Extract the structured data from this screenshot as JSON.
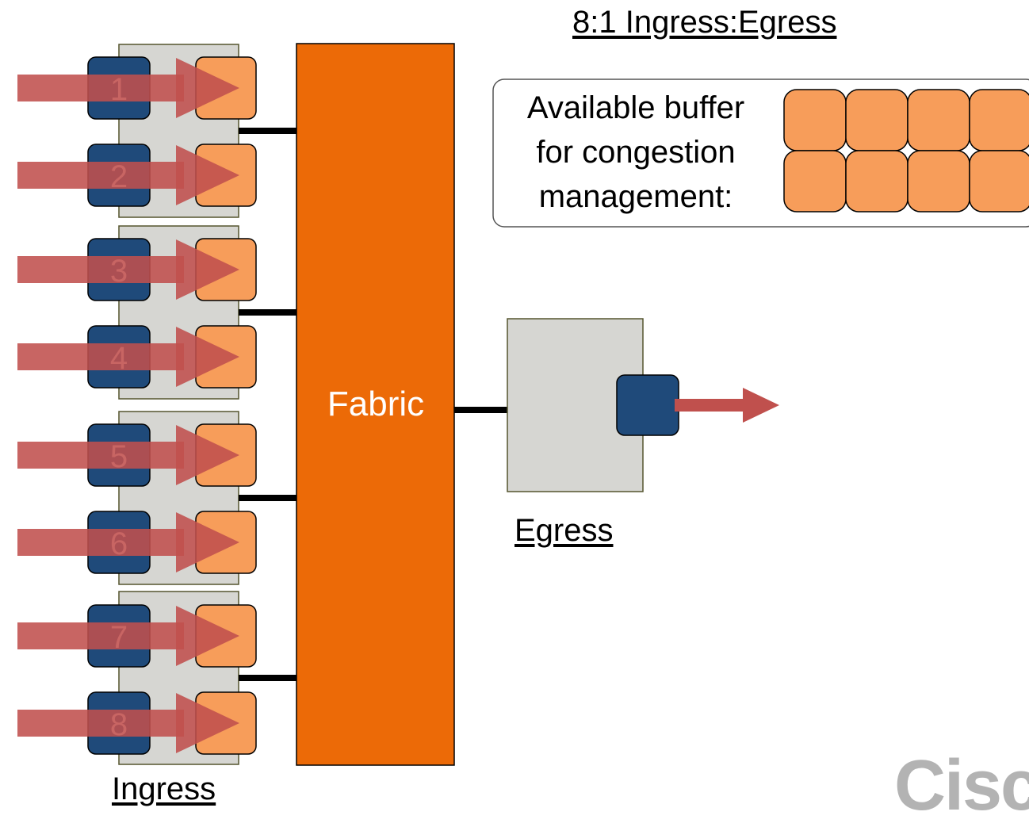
{
  "title": "8:1 Ingress:Egress",
  "buffer_box": {
    "lines": [
      "Available buffer",
      "for congestion",
      "management:"
    ],
    "cells": 8
  },
  "fabric": {
    "label": "Fabric"
  },
  "egress": {
    "label": "Egress"
  },
  "ingress": {
    "label": "Ingress",
    "ports": [
      "1",
      "2",
      "3",
      "4",
      "5",
      "6",
      "7",
      "8"
    ]
  },
  "logo": {
    "text": "Cisc"
  },
  "colors": {
    "fabric": "#ec6a07",
    "buffer": "#f79d5a",
    "port": "#1f4a7a",
    "arrow": "#c0504d",
    "linecard": "#d6d6d2"
  }
}
